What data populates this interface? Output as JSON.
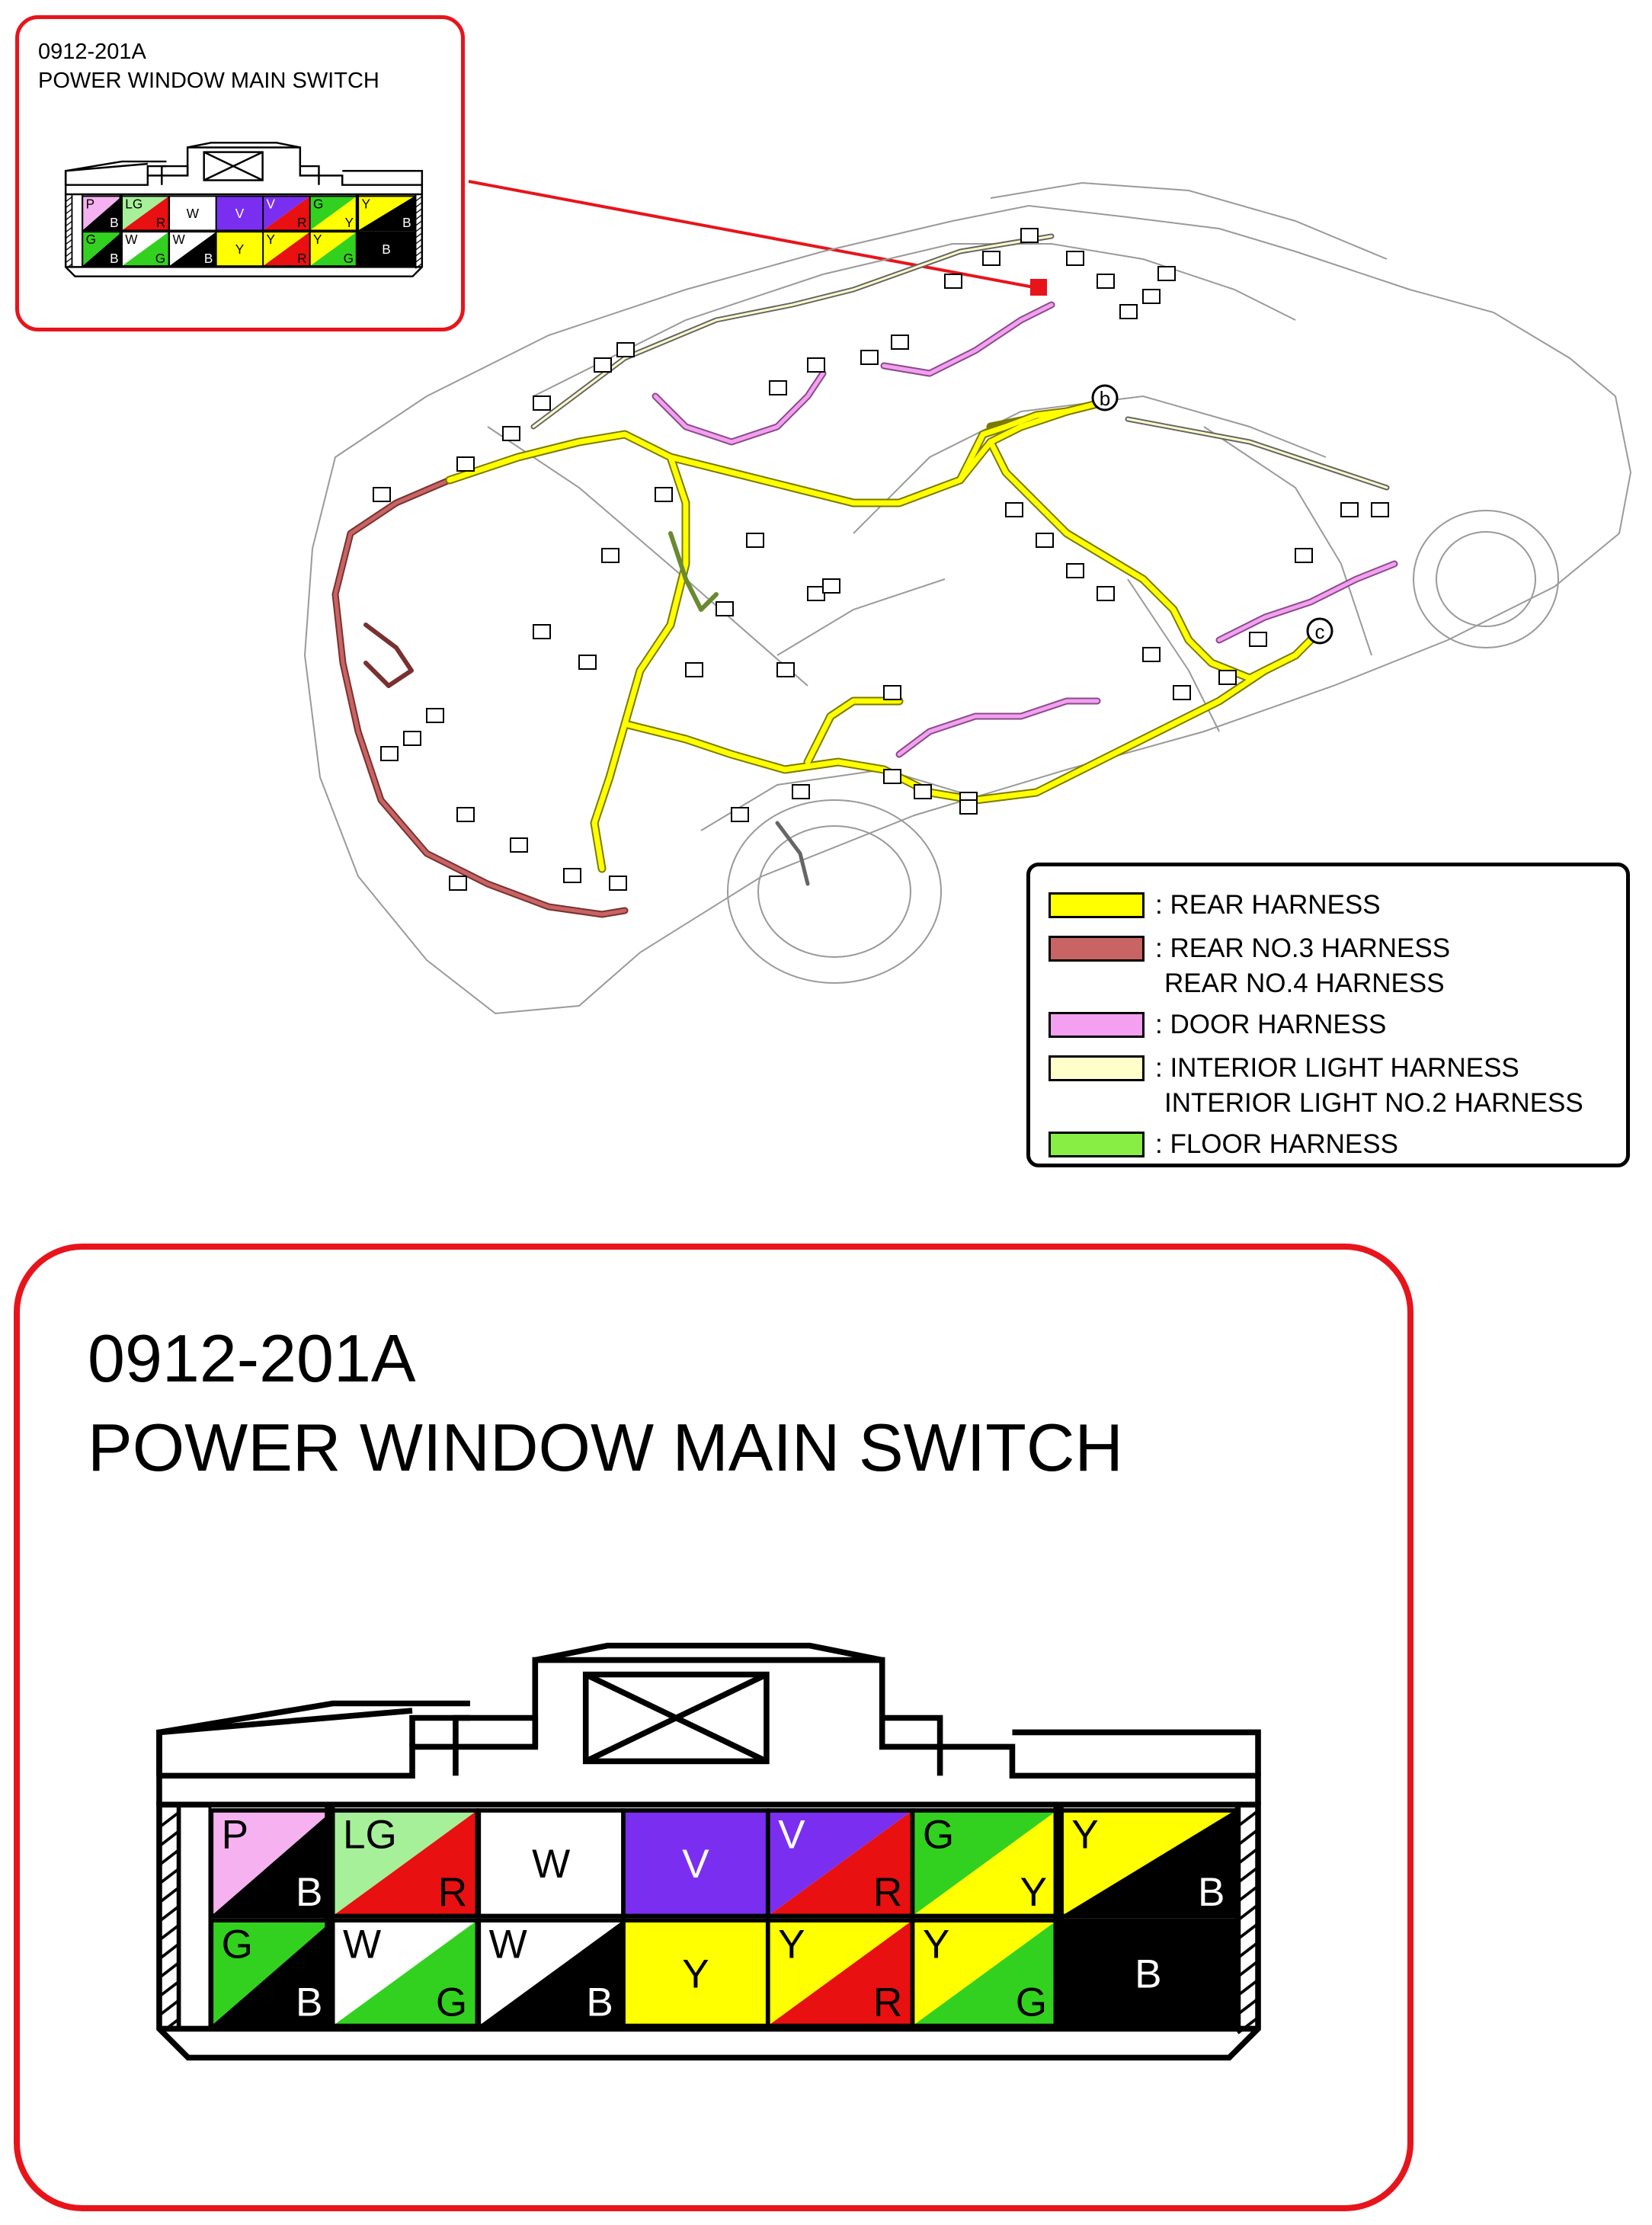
{
  "connector": {
    "code": "0912-201A",
    "name": "POWER WINDOW MAIN SWITCH",
    "pins_row1": [
      {
        "top": "P",
        "bottom": "B",
        "c1": "#f5b1f0",
        "c2": "#000000"
      },
      {
        "top": "LG",
        "bottom": "R",
        "c1": "#a6f09a",
        "c2": "#e81010"
      },
      {
        "top": "W",
        "bottom": "",
        "c1": "#ffffff",
        "c2": "#ffffff"
      },
      {
        "top": "V",
        "bottom": "",
        "c1": "#7a2ff0",
        "c2": "#7a2ff0"
      },
      {
        "top": "V",
        "bottom": "R",
        "c1": "#7a2ff0",
        "c2": "#e81010"
      },
      {
        "top": "G",
        "bottom": "Y",
        "c1": "#33d11f",
        "c2": "#ffff00"
      },
      {
        "top": "Y",
        "bottom": "B",
        "c1": "#ffff00",
        "c2": "#000000"
      }
    ],
    "pins_row2": [
      {
        "top": "G",
        "bottom": "B",
        "c1": "#33d11f",
        "c2": "#000000"
      },
      {
        "top": "W",
        "bottom": "G",
        "c1": "#ffffff",
        "c2": "#33d11f"
      },
      {
        "top": "W",
        "bottom": "B",
        "c1": "#ffffff",
        "c2": "#000000"
      },
      {
        "top": "Y",
        "bottom": "",
        "c1": "#ffff00",
        "c2": "#ffff00"
      },
      {
        "top": "Y",
        "bottom": "R",
        "c1": "#ffff00",
        "c2": "#e81010"
      },
      {
        "top": "Y",
        "bottom": "G",
        "c1": "#ffff00",
        "c2": "#33d11f"
      },
      {
        "top": "B",
        "bottom": "",
        "c1": "#000000",
        "c2": "#000000"
      }
    ]
  },
  "legend": [
    {
      "color": "#ffff00",
      "lines": [
        ": REAR HARNESS"
      ]
    },
    {
      "color": "#c86464",
      "lines": [
        ": REAR NO.3 HARNESS",
        "REAR NO.4 HARNESS"
      ]
    },
    {
      "color": "#f3a0f0",
      "lines": [
        ": DOOR HARNESS"
      ]
    },
    {
      "color": "#ffffcc",
      "lines": [
        ": INTERIOR LIGHT HARNESS",
        "INTERIOR LIGHT NO.2 HARNESS"
      ]
    },
    {
      "color": "#88ee44",
      "lines": [
        ": FLOOR HARNESS"
      ]
    }
  ],
  "markers": {
    "b": "b",
    "c": "c"
  },
  "colors": {
    "frame": "#e8141b",
    "rear": "#ffff00",
    "rear34": "#b05050",
    "door": "#f3a0f0",
    "floor": "#a0c060"
  }
}
